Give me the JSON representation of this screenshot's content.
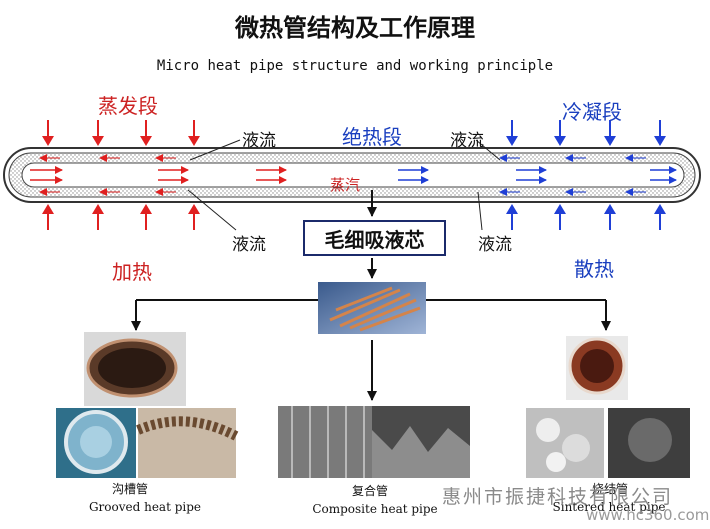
{
  "title_cn": "微热管结构及工作原理",
  "title_en": "Micro heat pipe structure and working principle",
  "labels": {
    "evaporation": "蒸发段",
    "adiabatic": "绝热段",
    "condensation": "冷凝段",
    "liquid_flow": "液流",
    "vapor": "蒸汽",
    "heating": "加热",
    "cooling": "散热",
    "wick": "毛细吸液芯"
  },
  "types": [
    {
      "cn": "沟槽管",
      "en": "Grooved heat pipe"
    },
    {
      "cn": "复合管",
      "en": "Composite heat pipe"
    },
    {
      "cn": "烧结管",
      "en": "Sintered heat pipe"
    }
  ],
  "watermark": "惠州市振捷科技有限公司",
  "watermark_url": "www.hc360.com",
  "colors": {
    "heat": "#e02020",
    "cool": "#1f3fd6"
  }
}
